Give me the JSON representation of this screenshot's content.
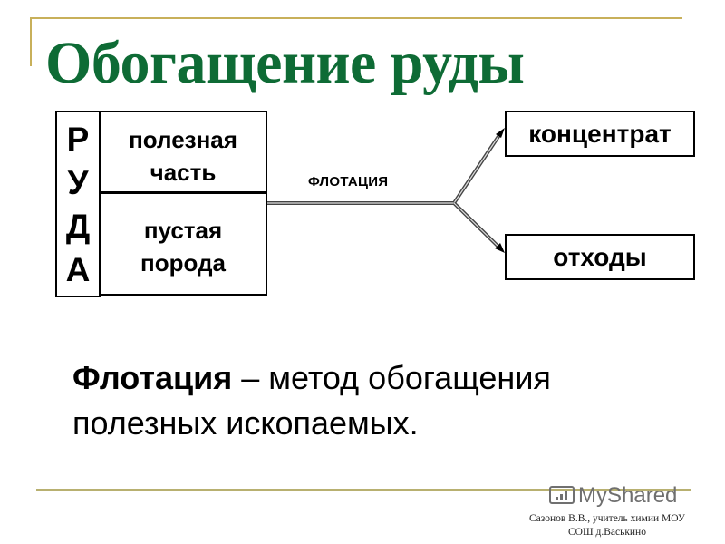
{
  "title": "Обогащение руды",
  "colors": {
    "title": "#0e6b35",
    "decor_line": "#c8b05a",
    "box_border": "#000000",
    "arrow": "#555555"
  },
  "diagram": {
    "ore_box": {
      "letters": [
        "Р",
        "У",
        "Д",
        "А"
      ]
    },
    "useful_part": {
      "line1": "полезная",
      "line2": "часть"
    },
    "waste_rock": {
      "line1": "пустая",
      "line2": "порода"
    },
    "process_label": "ФЛОТАЦИЯ",
    "outputs": [
      {
        "label": "концентрат"
      },
      {
        "label": "отходы"
      }
    ]
  },
  "definition": {
    "term": "Флотация",
    "rest_line1": " – метод обогащения",
    "line2": "полезных ископаемых."
  },
  "watermark": {
    "text": "MyShared",
    "icon": "presentation-board-icon"
  },
  "author": {
    "line1": "Сазонов В.В., учитель химии МОУ",
    "line2": "СОШ д.Васькино"
  }
}
